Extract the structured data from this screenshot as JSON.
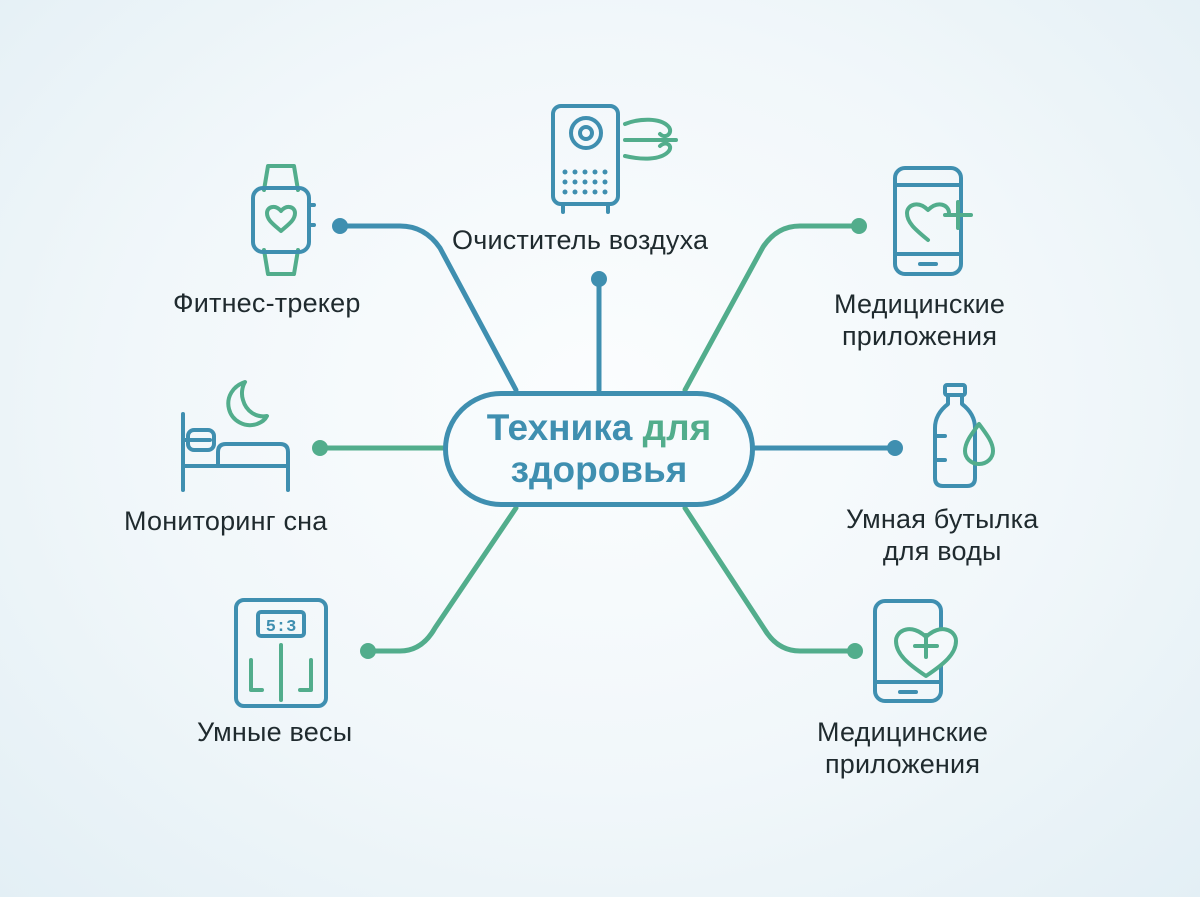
{
  "center": {
    "line1_a": "Техника",
    "line1_b": "для",
    "line2": "здоровья"
  },
  "colors": {
    "blue": "#3f8fb0",
    "green": "#52ad8c",
    "text": "#1f2a2e"
  },
  "nodes": {
    "fitness_tracker": {
      "label": "Фитнес-трекер",
      "icon": "smartwatch-heart-icon"
    },
    "air_purifier": {
      "label": "Очиститель воздуха",
      "icon": "air-purifier-icon"
    },
    "medical_apps_top": {
      "label": "Медицинские\nприложения",
      "icon": "phone-heart-plus-icon"
    },
    "sleep_monitoring": {
      "label": "Мониторинг сна",
      "icon": "bed-moon-icon"
    },
    "smart_bottle": {
      "label": "Умная бутылка\nдля воды",
      "icon": "water-bottle-drop-icon"
    },
    "smart_scales": {
      "label": "Умные весы",
      "icon": "smart-scale-icon",
      "display": "5:3"
    },
    "medical_apps_bottom": {
      "label": "Медицинские\nприложения",
      "icon": "phone-heart-cross-icon"
    }
  }
}
